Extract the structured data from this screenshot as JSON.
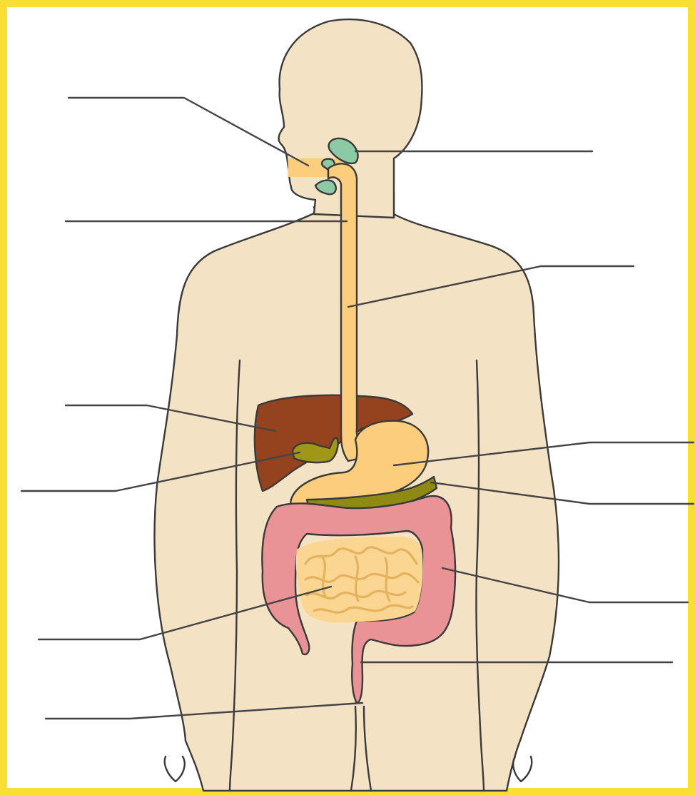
{
  "diagram": {
    "kind": "unlabeled human digestive system worksheet",
    "label_slots": [
      {
        "id": "mouth",
        "text": ""
      },
      {
        "id": "salivary-glands",
        "text": ""
      },
      {
        "id": "pharynx",
        "text": ""
      },
      {
        "id": "esophagus",
        "text": ""
      },
      {
        "id": "liver",
        "text": ""
      },
      {
        "id": "gallbladder",
        "text": ""
      },
      {
        "id": "stomach",
        "text": ""
      },
      {
        "id": "pancreas",
        "text": ""
      },
      {
        "id": "large-intestine",
        "text": ""
      },
      {
        "id": "small-intestine",
        "text": ""
      },
      {
        "id": "rectum",
        "text": ""
      },
      {
        "id": "anus",
        "text": ""
      }
    ]
  },
  "colors": {
    "border": "#f9df33",
    "skin": "#f4e2c4",
    "outline": "#3a3a3a",
    "tract": "#fbcd7c",
    "salivary": "#8ccaa6",
    "liver": "#95431f",
    "gallbladder": "#a09618",
    "pancreas": "#8f8a14",
    "small_intestine": "#fbd592",
    "large_intestine": "#e99396",
    "leader_lines": "#444444"
  }
}
